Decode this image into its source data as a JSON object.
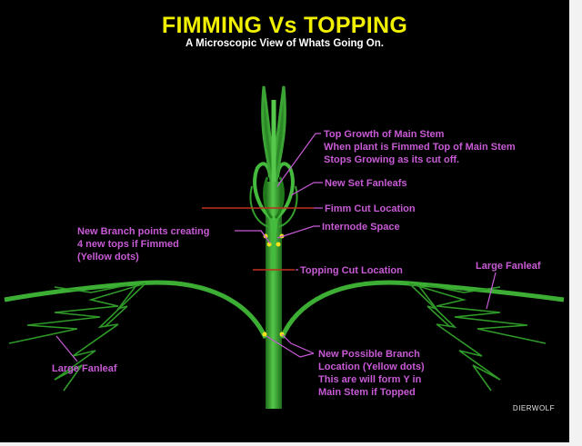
{
  "title": "FIMMING Vs TOPPING",
  "subtitle": "A Microscopic View of Whats Going On.",
  "labels": {
    "top_growth": "Top Growth of Main Stem\nWhen plant is Fimmed Top of Main Stem\nStops Growing as its cut off.",
    "new_set_fanleafs": "New Set Fanleafs",
    "fimm_cut": "Fimm Cut Location",
    "internode": "Internode Space",
    "new_branch_points": "New Branch points creating\n4 new tops if Fimmed\n(Yellow dots)",
    "topping_cut": "Topping Cut Location",
    "large_fanleaf_right": "Large Fanleaf",
    "large_fanleaf_left": "Large Fanleaf",
    "new_possible_branch": "New Possible Branch\nLocation (Yellow dots)\nThis are will form Y in\nMain Stem if Topped"
  },
  "credit": "DIERWOLF",
  "colors": {
    "title": "#f0f000",
    "label": "#c85ad6",
    "plant": "#3fb83a",
    "plant_dark": "#1f6a1c",
    "cut_line": "#c0301e",
    "dot": "#f5e21b"
  }
}
